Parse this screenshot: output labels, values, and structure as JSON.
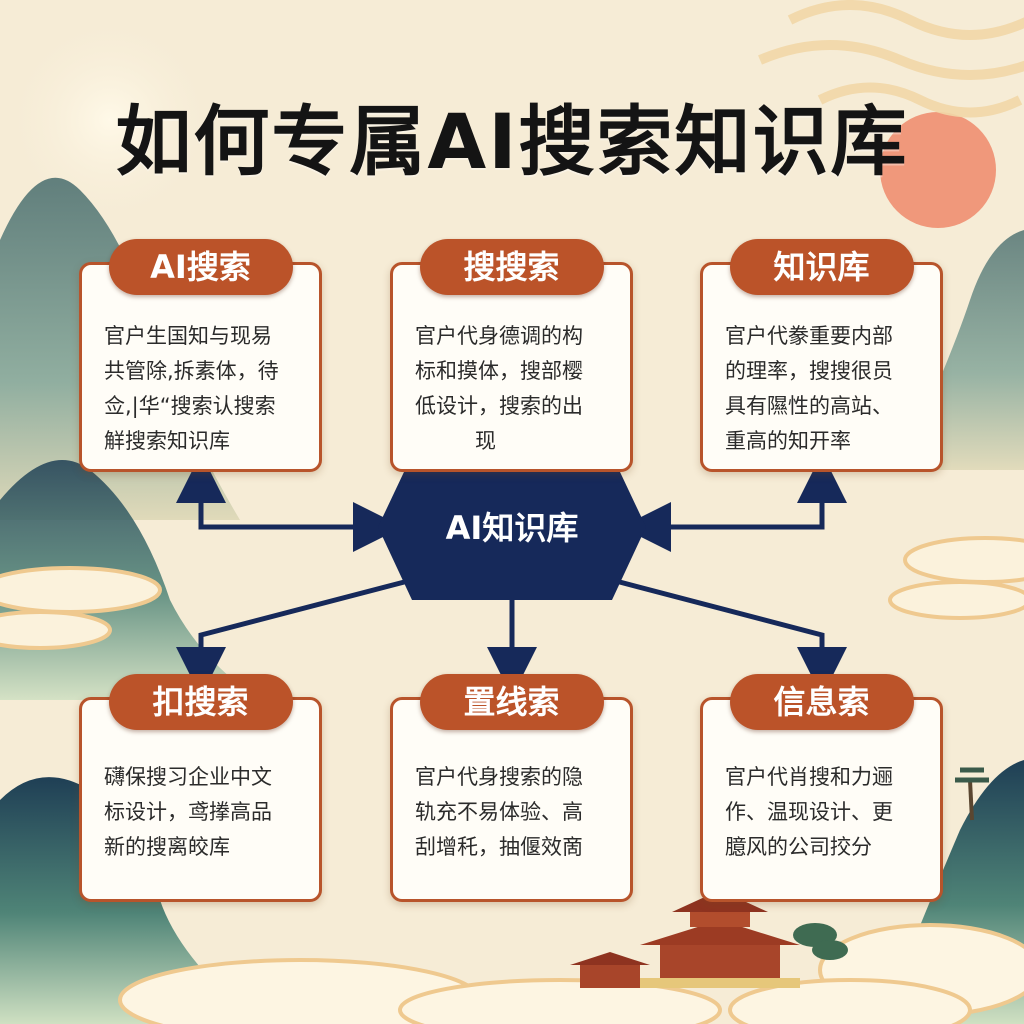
{
  "title": "如何专属AI搜索知识库",
  "hub": {
    "label": "AI知识库"
  },
  "colors": {
    "accent": "#bb5329",
    "navy": "#16295a",
    "paper": "#f6ecd6"
  },
  "cards": [
    {
      "title": "AI搜索",
      "lines": [
        "官户生国知与现易",
        "共管除,拆素体，待",
        "佥,|华“搜索认搜索",
        "觧搜索知识库"
      ]
    },
    {
      "title": "搜搜索",
      "lines": [
        "官户代身德调的构",
        "标和摸体，搜部樱",
        "低设计，搜索的出",
        "现"
      ]
    },
    {
      "title": "知识库",
      "lines": [
        "官户代豢重要内部",
        "的理率，搜搜很员",
        "具有隰性的高站、",
        "重高的知开率"
      ]
    },
    {
      "title": "扣搜索",
      "lines": [
        "礴保搜习企业中文",
        "标设计，鸢搼高品",
        "新的搜离皎库"
      ]
    },
    {
      "title": "置线索",
      "lines": [
        "官户代身搜索的隐",
        "轨充不易体验、高",
        "刮增秅，抽偃效啇"
      ]
    },
    {
      "title": "信息索",
      "lines": [
        "官户代肖搜和力逦",
        "作、温现设计、更",
        "臆风的公司挍分"
      ]
    }
  ]
}
